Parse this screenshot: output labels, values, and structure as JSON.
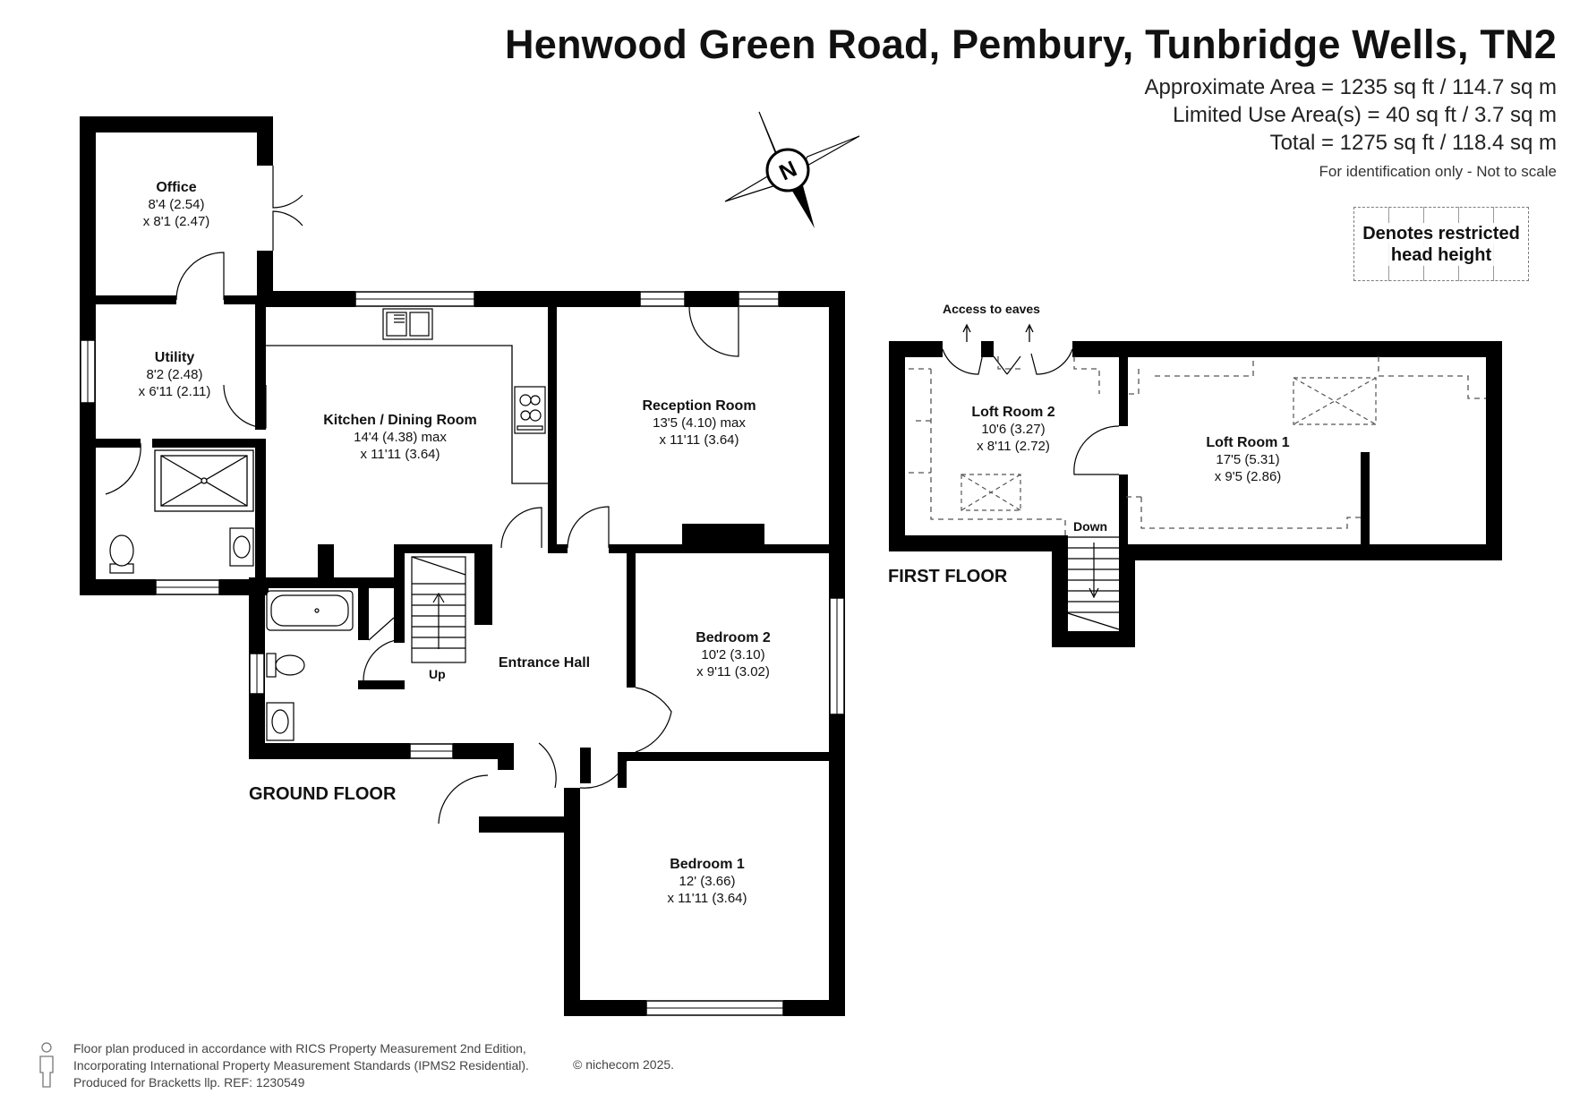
{
  "header": {
    "title": "Henwood Green Road, Pembury, Tunbridge Wells, TN2",
    "approx_area": "Approximate Area = 1235 sq ft / 114.7 sq m",
    "limited_use": "Limited Use Area(s) = 40 sq ft / 3.7 sq m",
    "total": "Total = 1275 sq ft / 118.4 sq m",
    "note": "For identification only - Not to scale"
  },
  "legend": {
    "line1": "Denotes restricted",
    "line2": "head height"
  },
  "compass": {
    "label": "N"
  },
  "floors": {
    "ground": "GROUND FLOOR",
    "first": "FIRST FLOOR"
  },
  "rooms": {
    "office": {
      "name": "Office",
      "dim1": "8'4 (2.54)",
      "dim2": "x 8'1 (2.47)"
    },
    "utility": {
      "name": "Utility",
      "dim1": "8'2 (2.48)",
      "dim2": "x 6'11 (2.11)"
    },
    "kitchen": {
      "name": "Kitchen / Dining Room",
      "dim1": "14'4 (4.38) max",
      "dim2": "x 11'11 (3.64)"
    },
    "reception": {
      "name": "Reception Room",
      "dim1": "13'5 (4.10) max",
      "dim2": "x 11'11 (3.64)"
    },
    "bedroom2": {
      "name": "Bedroom 2",
      "dim1": "10'2 (3.10)",
      "dim2": "x 9'11 (3.02)"
    },
    "bedroom1": {
      "name": "Bedroom 1",
      "dim1": "12' (3.66)",
      "dim2": "x 11'11 (3.64)"
    },
    "hall": {
      "name": "Entrance Hall"
    },
    "loft2": {
      "name": "Loft Room 2",
      "dim1": "10'6 (3.27)",
      "dim2": "x 8'11 (2.72)"
    },
    "loft1": {
      "name": "Loft Room 1",
      "dim1": "17'5 (5.31)",
      "dim2": "x 9'5 (2.86)"
    }
  },
  "labels": {
    "up": "Up",
    "down": "Down",
    "eaves": "Access to eaves"
  },
  "footer": {
    "line1": "Floor plan produced in accordance with RICS Property Measurement 2nd Edition,",
    "line2": "Incorporating International Property Measurement Standards (IPMS2 Residential).",
    "line3": "Produced for Bracketts llp.   REF: 1230549",
    "copyright": "© nichecom 2025."
  }
}
